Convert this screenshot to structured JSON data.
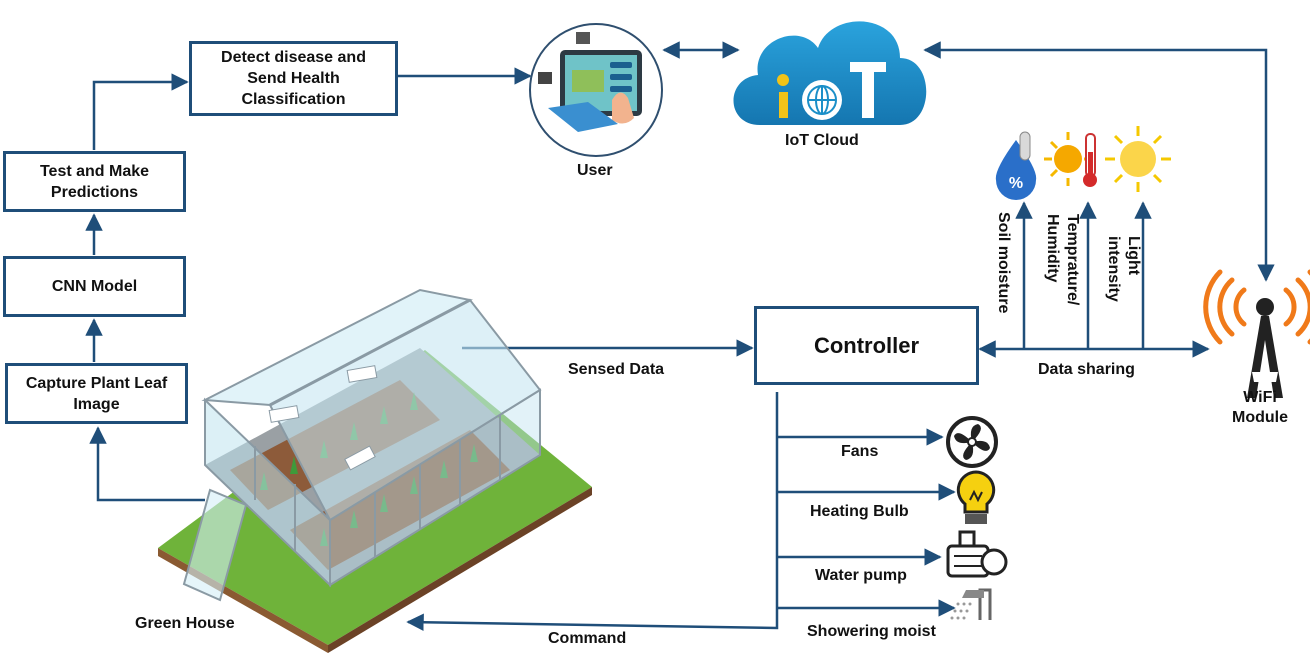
{
  "boxes": {
    "detect": "Detect disease and\nSend Health\nClassification",
    "test": "Test  and Make\nPredictions",
    "cnn": "CNN Model",
    "capture": "Capture Plant Leaf\nImage",
    "controller": "Controller"
  },
  "labels": {
    "user": "User",
    "iot_cloud": "IoT Cloud",
    "sensed_data": "Sensed Data",
    "data_sharing": "Data sharing",
    "wifi_module": "WiFi\nModule",
    "green_house": "Green House",
    "command": "Command"
  },
  "sensors": {
    "soil": "Soil moisture",
    "temp": "Temprature/\nHumidity",
    "light": "Light\nintensity",
    "soil_icon_text": "%"
  },
  "actuators": {
    "fans": "Fans",
    "heating": "Heating Bulb",
    "pump": "Water pump",
    "shower": "Showering moist"
  },
  "cloud_letters": [
    "i",
    "T"
  ],
  "colors": {
    "box_border": "#1f4e79",
    "arrow": "#1f4e79",
    "cloud": "#1b8fc8",
    "wifi_waves": "#f07a1a",
    "sun": "#f5b800",
    "drop": "#2a6fc9",
    "grass": "#6fb33a"
  }
}
